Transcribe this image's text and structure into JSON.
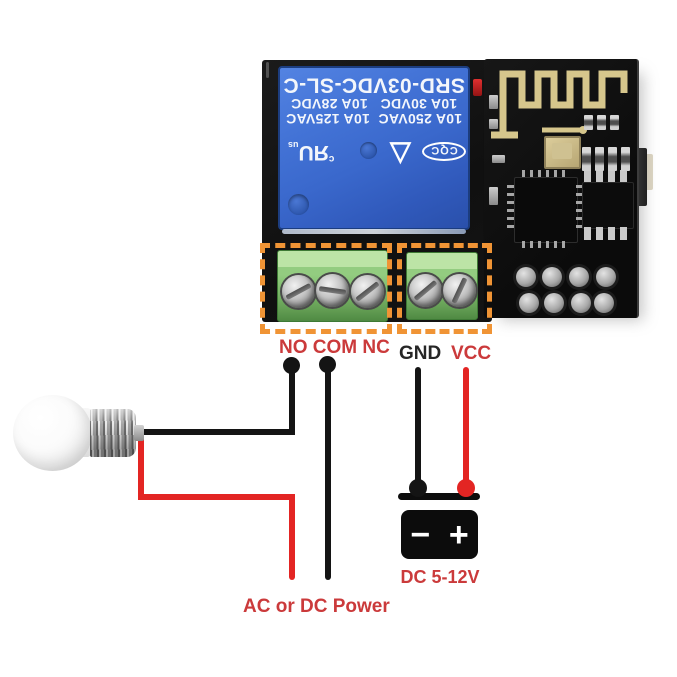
{
  "module": {
    "relay": {
      "model": "SRD-03VDC-SL-C",
      "rating_line_dc": "10A 30VDC   10A 28VDC",
      "rating_line_ac": "10A 250VAC  10A 125VAC",
      "cert_ul_prefix": "c",
      "cert_ul": "ЯU",
      "cert_ul_suffix": "us",
      "cert_triangle": "▽",
      "cert_cqc": "CQC"
    },
    "terminal_labels": {
      "relay_outputs": "NO COM NC",
      "gnd": "GND",
      "vcc": "VCC"
    }
  },
  "power": {
    "battery": {
      "minus": "−",
      "plus": "+",
      "label": "DC 5-12V"
    },
    "load_label": "AC or DC Power"
  },
  "colors": {
    "wire_black": "#141414",
    "wire_red": "#e32523",
    "label_red": "#cb3a3b",
    "terminal_highlight_orange": "#f09435",
    "relay_blue": "#3a68cc",
    "pcb_black": "#131313",
    "terminal_green": "#7cb96a",
    "antenna_gold": "#d6c68c",
    "battery_black": "#0c0c0c"
  }
}
